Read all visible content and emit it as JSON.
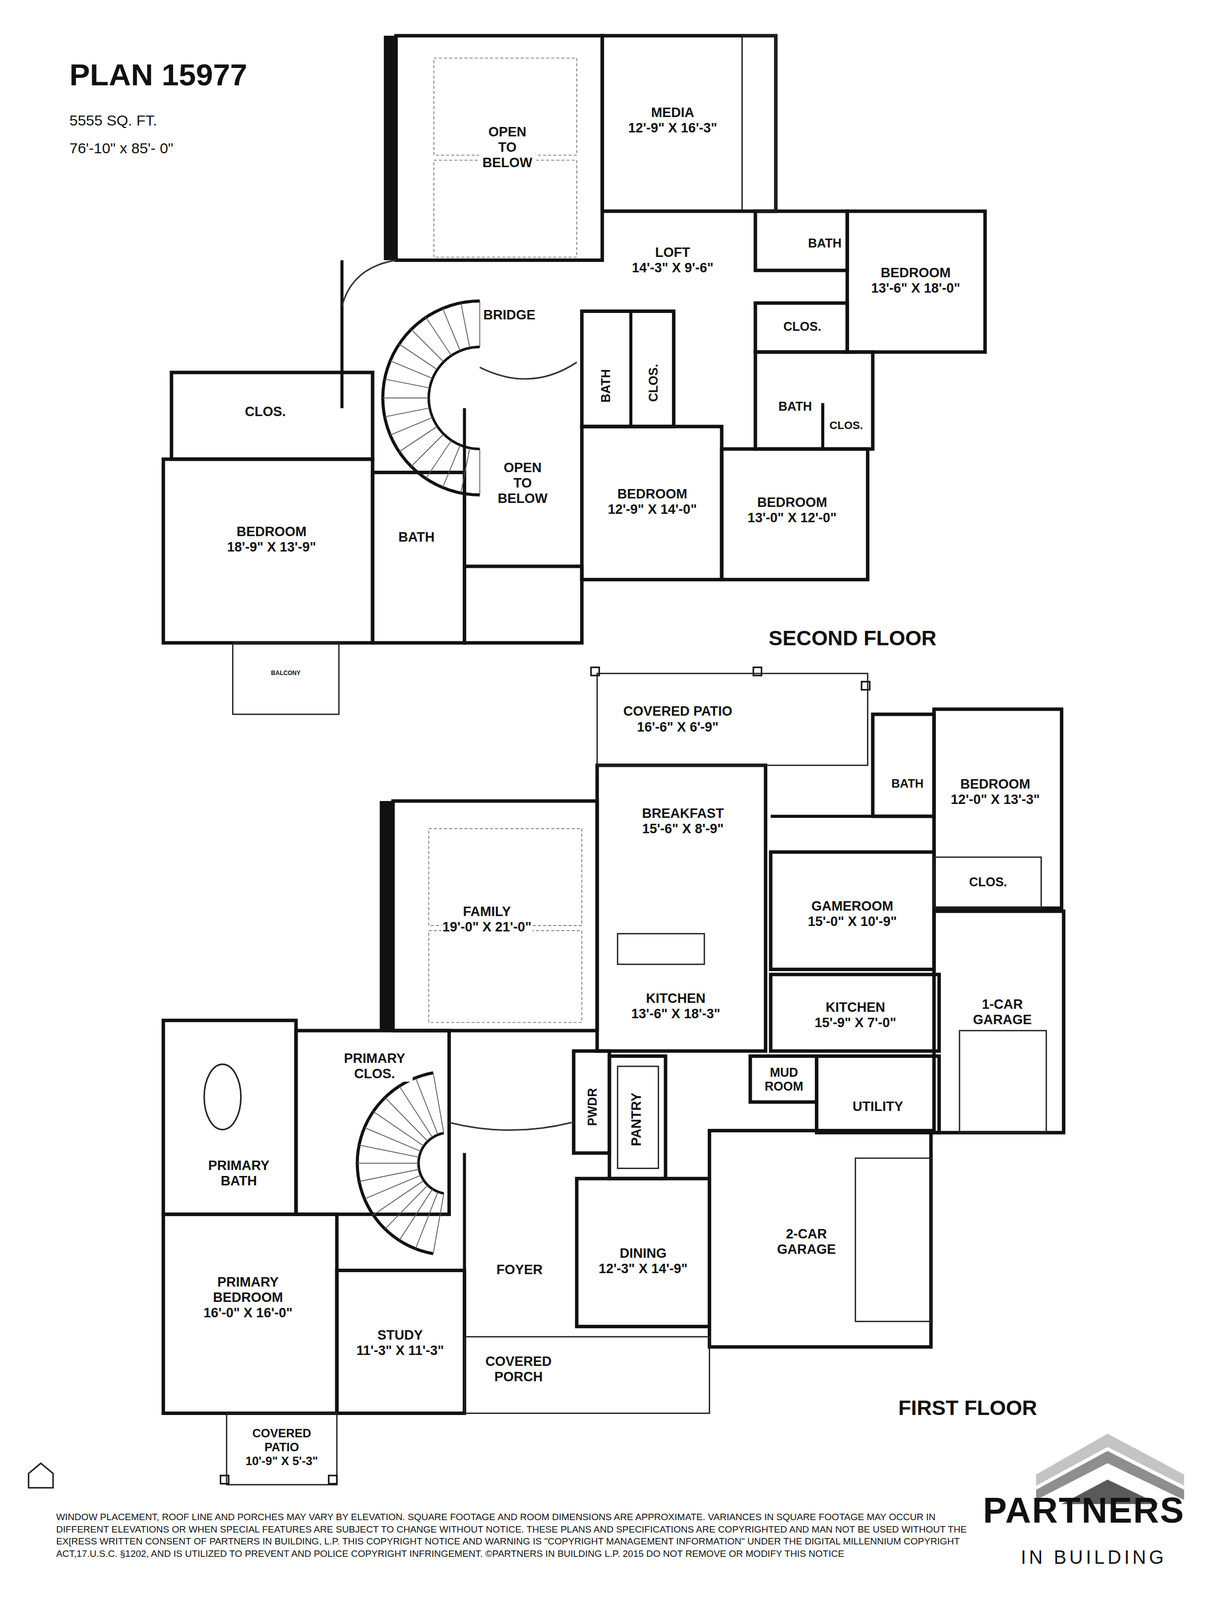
{
  "diagram": {
    "title": "PLAN 15977",
    "nodes": [
      {
        "text": [
          "OPEN TO BELOW"
        ]
      },
      {
        "text": [
          "MEDIA",
          "12'-9\" X 16'-3\""
        ]
      },
      {
        "text": [
          "BATH"
        ]
      },
      {
        "text": [
          "LOFT",
          "14'-3\" X 9'-6\""
        ]
      },
      {
        "text": [
          "BEDROOM",
          "13'-6\" X 18'-0\""
        ]
      },
      {
        "text": [
          "BRIDGE"
        ]
      },
      {
        "text": [
          "CLOS."
        ]
      },
      {
        "text": [
          "BATH"
        ]
      },
      {
        "text": [
          "CLOS."
        ]
      },
      {
        "text": [
          "BATH"
        ]
      },
      {
        "text": [
          "CLOS."
        ]
      },
      {
        "text": [
          "CLOS."
        ]
      },
      {
        "text": [
          "OPEN TO BELOW"
        ]
      },
      {
        "text": [
          "BEDROOM",
          "12'-9\" X 14'-0\""
        ]
      },
      {
        "text": [
          "BEDROOM",
          "13'-0\" X 12'-0\""
        ]
      },
      {
        "text": [
          "BEDROOM",
          "18'-9\" X 13'-9\""
        ]
      },
      {
        "text": [
          "BATH"
        ]
      },
      {
        "text": [
          "BALCONY"
        ]
      },
      {
        "text": [
          "COVERED PATIO",
          "16'-6\" X 6'-9\""
        ]
      },
      {
        "text": [
          "BATH"
        ]
      },
      {
        "text": [
          "BEDROOM",
          "12'-0\" X 13'-3\""
        ]
      },
      {
        "text": [
          "BREAKFAST",
          "15'-6\" X 8'-9\""
        ]
      },
      {
        "text": [
          "CLOS."
        ]
      },
      {
        "text": [
          "FAMILY",
          "19'-0\" X 21'-0\""
        ]
      },
      {
        "text": [
          "GAMEROOM",
          "15'-0\" X 10'-9\""
        ]
      },
      {
        "text": [
          "KITCHEN",
          "13'-6\" X 18'-3\""
        ]
      },
      {
        "text": [
          "KITCHEN",
          "15'-9\" X 7'-0\""
        ]
      },
      {
        "text": [
          "1-CAR GARAGE"
        ]
      },
      {
        "text": [
          "PRIMARY CLOS."
        ]
      },
      {
        "text": [
          "MUD ROOM"
        ]
      },
      {
        "text": [
          "UTILITY"
        ]
      },
      {
        "text": [
          "PWDR"
        ]
      },
      {
        "text": [
          "PANTRY"
        ]
      },
      {
        "text": [
          "PRIMARY BATH"
        ]
      },
      {
        "text": [
          "2-CAR GARAGE"
        ]
      },
      {
        "text": [
          "DINING",
          "12'-3\" X 14'-9\""
        ]
      },
      {
        "text": [
          "FOYER"
        ]
      },
      {
        "text": [
          "PRIMARY BEDROOM",
          "16'-0\" X 16'-0\""
        ]
      },
      {
        "text": [
          "STUDY",
          "11'-3\" X 11'-3\""
        ]
      },
      {
        "text": [
          "COVERED PORCH"
        ]
      },
      {
        "text": [
          "COVERED PATIO",
          "10'-9\" X 5'-3\""
        ]
      }
    ],
    "labels": [
      "5555 SQ. FT.",
      "76'-10\" x 85'- 0\"",
      "SECOND FLOOR",
      "FIRST FLOOR",
      "WINDOW PLACEMENT, ROOF LINE AND PORCHES MAY VARY BY ELEVATION. SQUARE FOOTAGE AND ROOM DIMENSIONS ARE APPROXIMATE. VARIANCES IN SQUARE FOOTAGE MAY OCCUR IN DIFFERENT ELEVATIONS OR WHEN SPECIAL FEATURES ARE SUBJECT TO CHANGE WITHOUT NOTICE. THESE PLANS AND SPECIFICATIONS ARE COPYRIGHTED AND MAN NOT BE USED WITHOUT THE EX[RESS WRITTEN CONSENT OF PARTNERS IN BUILDING, L.P. THIS COPYRIGHT NOTICE AND WARNING IS \"COPYRIGHT MANAGEMENT INFORMATION\" UNDER THE DIGITAL MILLENNIUM COPYRIGHT ACT,17.U.S.C. §1202, AND IS UTILIZED TO PREVENT AND POLICE COPYRIGHT INFRINGEMENT. ©PARTNERS IN BUILDING L.P. 2015 DO NOT REMOVE OR MODIFY THIS NOTICE",
      "PARTNERS",
      "IN BUILDING"
    ]
  }
}
